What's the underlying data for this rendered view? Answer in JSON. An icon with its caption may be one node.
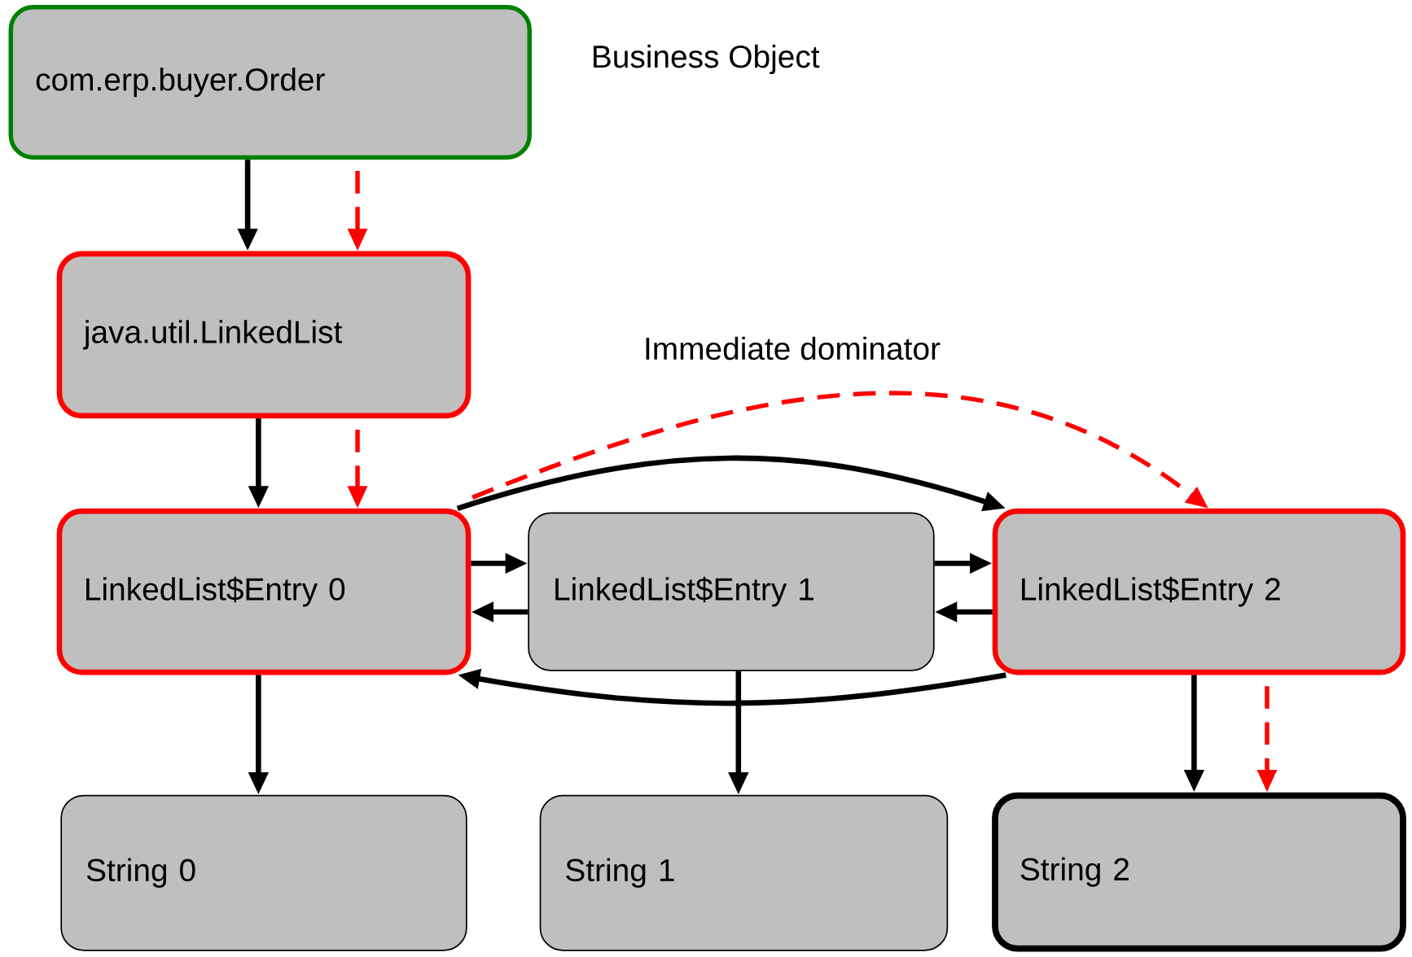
{
  "diagram": {
    "nodes": [
      {
        "text": [
          "com.erp.buyer.Order"
        ]
      },
      {
        "text": [
          "java.util.LinkedList"
        ]
      },
      {
        "text": [
          "LinkedList$Entry 0"
        ]
      },
      {
        "text": [
          "LinkedList$Entry 1"
        ]
      },
      {
        "text": [
          "LinkedList$Entry 2"
        ]
      },
      {
        "text": [
          "String 0"
        ]
      },
      {
        "text": [
          "String 1"
        ]
      },
      {
        "text": [
          "String 2"
        ]
      }
    ],
    "edges": [
      {
        "from": 0,
        "to": 1,
        "arrow": "to"
      },
      {
        "from": 0,
        "to": 1,
        "arrow": "to",
        "style": "dashed",
        "color": "#ff0000"
      },
      {
        "from": 1,
        "to": 2,
        "arrow": "to"
      },
      {
        "from": 1,
        "to": 2,
        "arrow": "to",
        "style": "dashed",
        "color": "#ff0000"
      },
      {
        "from": 2,
        "to": 3,
        "arrow": "to"
      },
      {
        "from": 3,
        "to": 2,
        "arrow": "to"
      },
      {
        "from": 3,
        "to": 4,
        "arrow": "to"
      },
      {
        "from": 4,
        "to": 3,
        "arrow": "to"
      },
      {
        "from": 2,
        "to": 4,
        "arrow": "to"
      },
      {
        "from": 4,
        "to": 2,
        "arrow": "to"
      },
      {
        "from": 2,
        "to": 4,
        "arrow": "to",
        "style": "dashed",
        "color": "#ff0000"
      },
      {
        "from": 2,
        "to": 5,
        "arrow": "to"
      },
      {
        "from": 3,
        "to": 6,
        "arrow": "to"
      },
      {
        "from": 4,
        "to": 7,
        "arrow": "to"
      },
      {
        "from": 4,
        "to": 7,
        "arrow": "to",
        "style": "dashed",
        "color": "#ff0000"
      }
    ],
    "labels": [
      "Business Object",
      "Immediate dominator"
    ]
  }
}
